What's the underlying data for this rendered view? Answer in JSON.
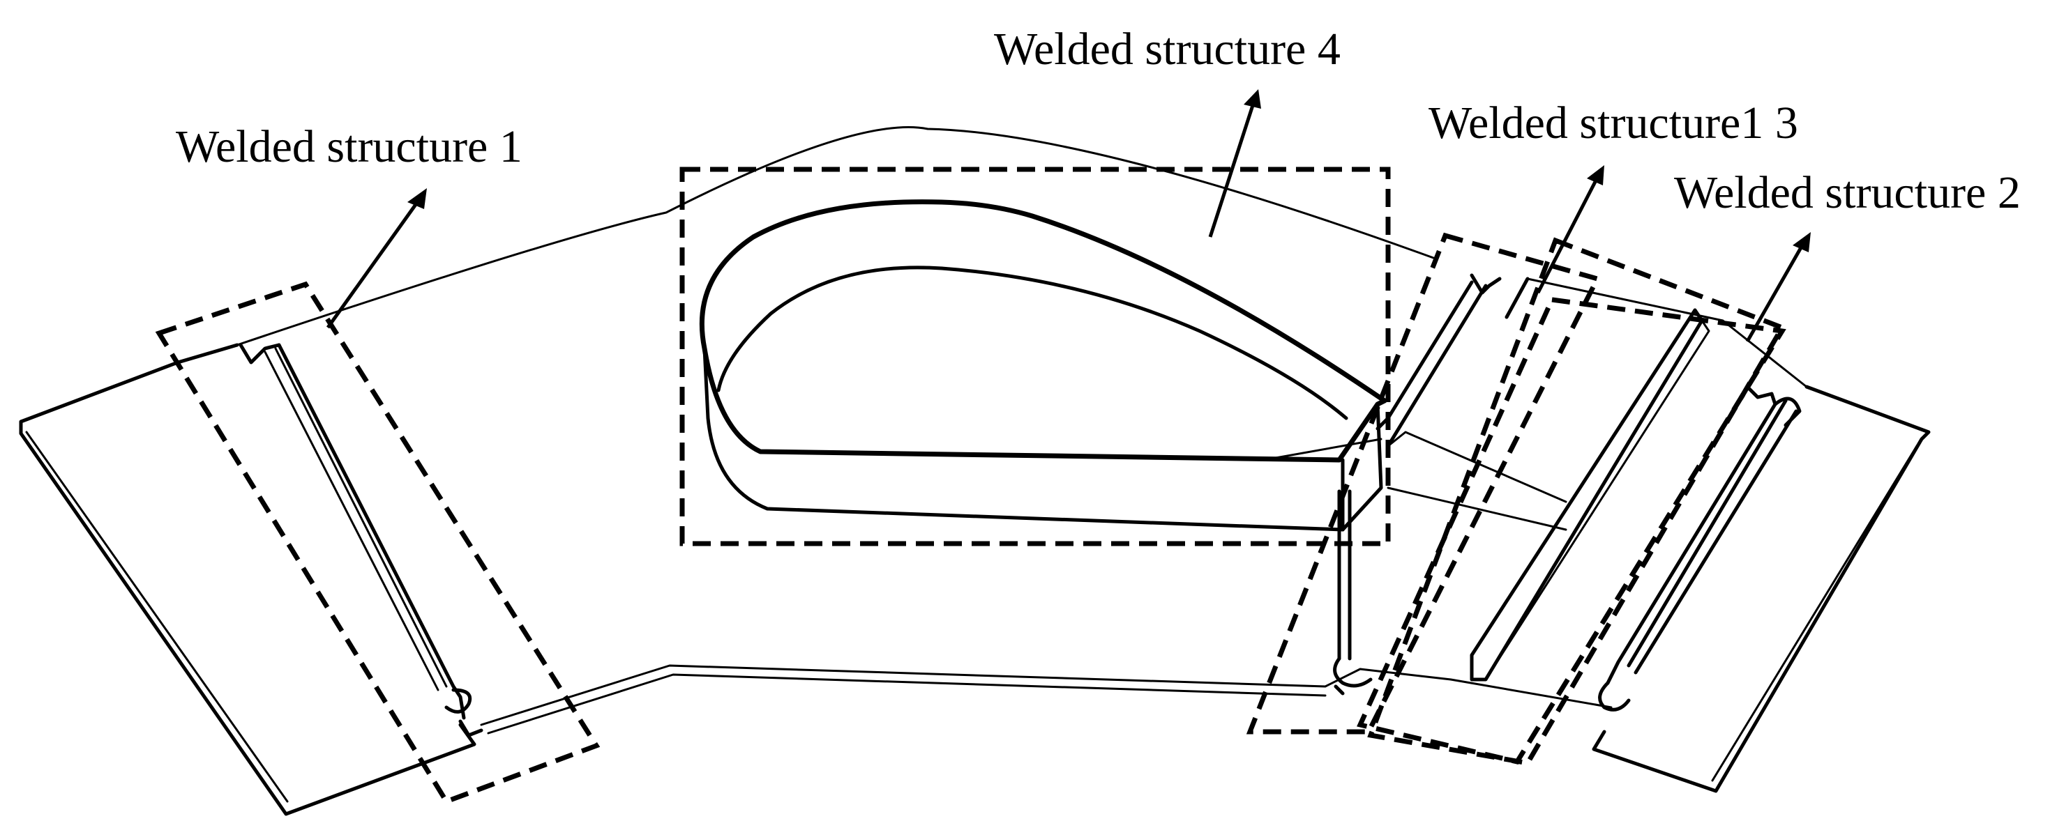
{
  "labels": {
    "ws1": "Welded structure 1",
    "ws2": "Welded structure 2",
    "ws3": "Welded structure1 3",
    "ws4": "Welded structure 4"
  },
  "colors": {
    "line": "#000000",
    "background": "#ffffff"
  }
}
